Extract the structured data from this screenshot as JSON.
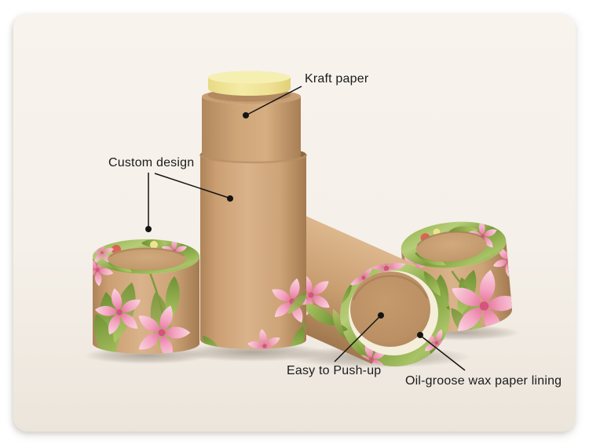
{
  "annotations": [
    {
      "id": "kraft-paper",
      "label": "Kraft paper"
    },
    {
      "id": "custom-design",
      "label": "Custom design"
    },
    {
      "id": "easy-push-up",
      "label": "Easy to Push-up"
    },
    {
      "id": "wax-paper-lining",
      "label": "Oil-groose wax paper lining"
    }
  ],
  "colors": {
    "page_background": "#ffffff",
    "card_background": "#f6f1ea",
    "kraft_paper": "#cfa478",
    "balm_yellow": "#efe394",
    "leaf_green": "#8fae4d",
    "flower_pink": "#ee93b2",
    "wax_lining_white": "#f4eeda",
    "annotation_ink": "#1a1a1a"
  }
}
